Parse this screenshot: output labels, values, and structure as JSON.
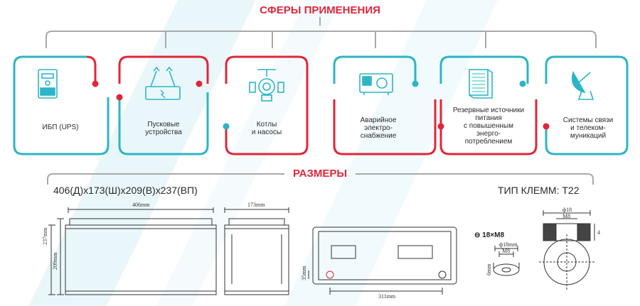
{
  "applications": {
    "title": "СФЕРЫ ПРИМЕНЕНИЯ",
    "items": [
      {
        "label": "ИБП (UPS)",
        "icon": "ups-icon",
        "color": "#e0263a"
      },
      {
        "label": "Пусковые\nустройства",
        "icon": "jumper-cables-icon",
        "color": "#e0263a"
      },
      {
        "label": "Котлы\nи насосы",
        "icon": "valve-pipe-icon",
        "color": "#e0263a"
      },
      {
        "label": "Аварийное\nэлектро-\nснабжение",
        "icon": "generator-icon",
        "color": "#2cb5c7"
      },
      {
        "label": "Резервные источники\nпитания\nс повышенным\nэнерго-\nпотреблением",
        "icon": "server-rack-icon",
        "color": "#2cb5c7"
      },
      {
        "label": "Системы связи\nи телеком-\nмуникаций",
        "icon": "satellite-dish-icon",
        "color": "#e0263a"
      }
    ]
  },
  "dimensions": {
    "title": "РАЗМЕРЫ",
    "size_text": "406(Д)x173(Ш)x209(В)x237(ВП)",
    "terminal_text": "ТИП КЛЕММ: T22",
    "labels": {
      "length": "406mm",
      "width": "173mm",
      "height_total": "237mm",
      "height_body": "209mm",
      "terminal_spacing": "311mm",
      "terminal_height": "35mm",
      "bolt": "18×M8",
      "diam18": "ф18mm",
      "m8": "M8",
      "t_d18": "ф18",
      "t_m8": "M8",
      "t_h": "4",
      "side_h": "6mm"
    }
  },
  "colors": {
    "red": "#e0263a",
    "teal": "#2cb5c7",
    "gray": "#9a9a9a"
  }
}
